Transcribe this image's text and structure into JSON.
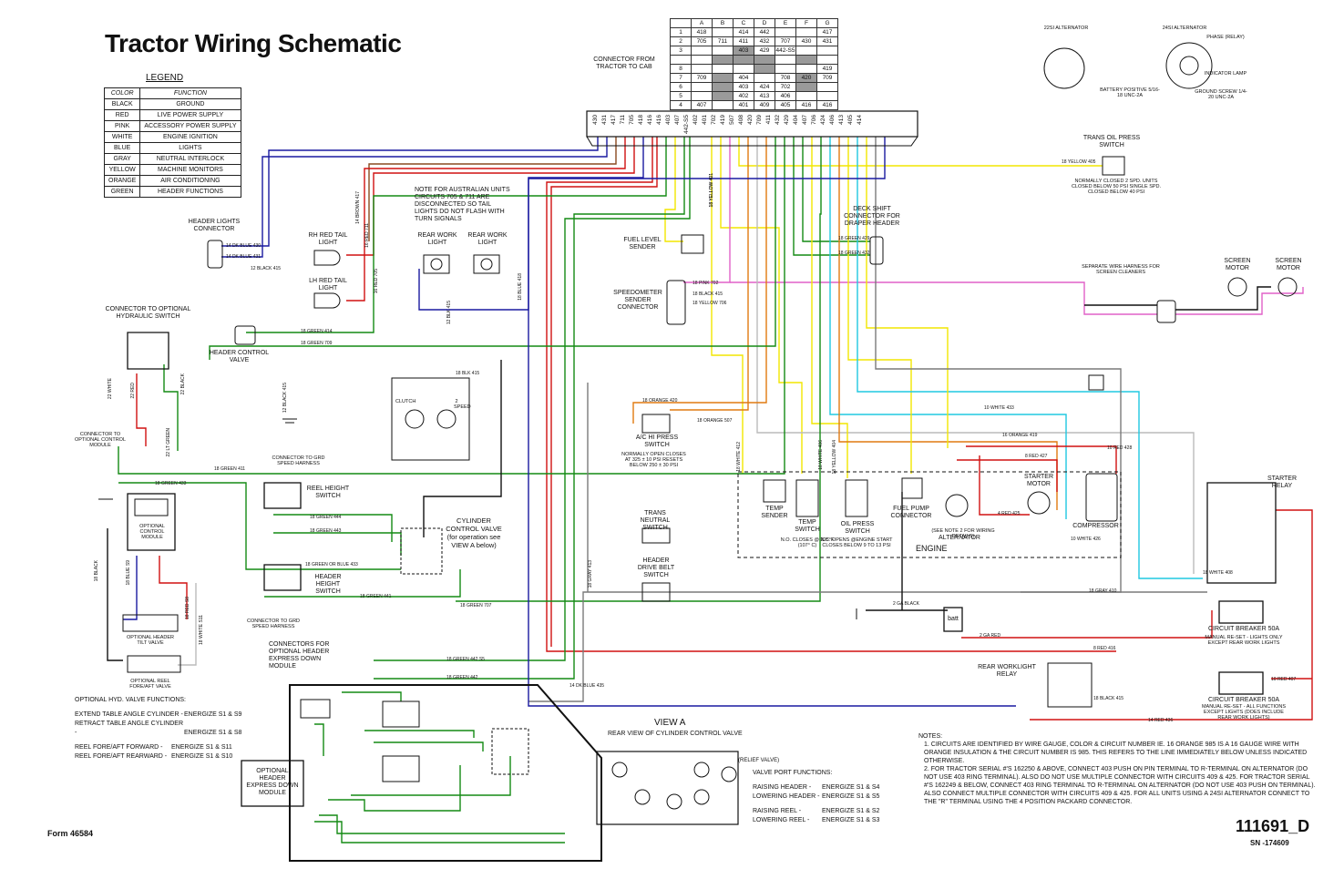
{
  "title": "Tractor Wiring Schematic",
  "legend": {
    "heading": "LEGEND",
    "columns": [
      "COLOR",
      "FUNCTION"
    ],
    "rows": [
      [
        "BLACK",
        "GROUND"
      ],
      [
        "RED",
        "LIVE POWER SUPPLY"
      ],
      [
        "PINK",
        "ACCESSORY POWER SUPPLY"
      ],
      [
        "WHITE",
        "ENGINE IGNITION"
      ],
      [
        "BLUE",
        "LIGHTS"
      ],
      [
        "GRAY",
        "NEUTRAL INTERLOCK"
      ],
      [
        "YELLOW",
        "MACHINE MONITORS"
      ],
      [
        "ORANGE",
        "AIR CONDITIONING"
      ],
      [
        "GREEN",
        "HEADER FUNCTIONS"
      ]
    ]
  },
  "connector_table": {
    "label": "CONNECTOR FROM TRACTOR TO CAB",
    "header": [
      "",
      "A",
      "B",
      "C",
      "D",
      "E",
      "F",
      "G"
    ],
    "rows": [
      [
        "1",
        "418",
        "",
        "414",
        "442",
        "",
        "",
        "417"
      ],
      [
        "2",
        "705",
        "711",
        "411",
        "432",
        "707",
        "430",
        "431"
      ],
      [
        "3",
        "",
        "",
        "403",
        "429",
        "442-S5",
        "",
        ""
      ],
      [
        "",
        "",
        "",
        "",
        "",
        "",
        "",
        ""
      ],
      [
        "8",
        "",
        "",
        "",
        "",
        "",
        "",
        "419"
      ],
      [
        "7",
        "709",
        "",
        "404",
        "",
        "708",
        "420",
        "709"
      ],
      [
        "6",
        "",
        "",
        "403",
        "424",
        "702",
        "",
        ""
      ],
      [
        "5",
        "",
        "",
        "402",
        "413",
        "406",
        "",
        ""
      ],
      [
        "4",
        "407",
        "",
        "401",
        "409",
        "405",
        "416",
        "416"
      ]
    ],
    "shaded": [
      [
        3,
        3
      ],
      [
        4,
        2
      ],
      [
        4,
        3
      ],
      [
        4,
        4
      ],
      [
        4,
        6
      ],
      [
        5,
        4
      ],
      [
        6,
        2
      ],
      [
        6,
        6
      ],
      [
        7,
        2
      ],
      [
        7,
        6
      ],
      [
        8,
        2
      ]
    ],
    "pins": [
      "430",
      "431",
      "417",
      "711",
      "705",
      "418",
      "416",
      "416",
      "403",
      "407",
      "442-S5",
      "402",
      "401",
      "702",
      "419",
      "507",
      "408",
      "420",
      "709",
      "411",
      "432",
      "429",
      "404",
      "407",
      "706",
      "424",
      "406",
      "413",
      "405",
      "414"
    ]
  },
  "alternators": {
    "a22si": "22SI ALTERNATOR",
    "a24si": "24SI ALTERNATOR",
    "phase": "PHASE (RELAY)",
    "indicator": "INDICATOR LAMP",
    "battery_pos": "BATTERY POSITIVE 5/16-18 UNC-2A",
    "ground_screw": "GROUND SCREW 1/4-20 UNC-2A"
  },
  "components": {
    "trans_oil": "TRANS OIL PRESS SWITCH",
    "trans_oil_note": "NORMALLY CLOSED 2 SPD. UNITS CLOSED BELOW 50 PSI SINGLE SPD. CLOSED BELOW 40 PSI",
    "header_lights": "HEADER LIGHTS CONNECTOR",
    "rh_tail": "RH RED TAIL LIGHT",
    "lh_tail": "LH RED TAIL LIGHT",
    "rear_work1": "REAR WORK LIGHT",
    "rear_work2": "REAR WORK LIGHT",
    "aus_note": "NOTE FOR AUSTRALIAN UNITS CIRCUITS 705 & 711 ARE DISCONNECTED SO TAIL LIGHTS DO NOT FLASH WITH TURN SIGNALS",
    "fuel_level": "FUEL LEVEL SENDER",
    "speedometer": "SPEEDOMETER SENDER CONNECTOR",
    "deck_shift": "DECK SHIFT CONNECTOR FOR DRAPER HEADER",
    "screen_motor1": "SCREEN MOTOR",
    "screen_motor2": "SCREEN MOTOR",
    "screen_harness": "SEPARATE WIRE HARNESS FOR SCREEN CLEANERS",
    "opt_hyd": "CONNECTOR TO OPTIONAL HYDRAULIC SWITCH",
    "header_control": "HEADER CONTROL VALVE",
    "clutch": "CLUTCH",
    "two_speed": "2 SPEED",
    "opt_control_conn": "CONNECTOR TO OPTIONAL CONTROL MODULE",
    "opt_control": "OPTIONAL CONTROL MODULE",
    "ac_switch": "A/C HI PRESS SWITCH",
    "ac_note": "NORMALLY OPEN CLOSES AT 325 ± 10 PSI RESETS BELOW 250 ± 30 PSI",
    "trans_neutral": "TRANS NEUTRAL SWITCH",
    "header_belt": "HEADER DRIVE BELT SWITCH",
    "reel_height": "REEL HEIGHT SWITCH",
    "header_height": "HEADER HEIGHT SWITCH",
    "cyl_valve": "CYLINDER CONTROL VALVE (for operation see VIEW A below)",
    "grd_conn": "CONNECTOR TO GRD SPEED HARNESS",
    "opt_tilt": "OPTIONAL HEADER TILT VALVE",
    "opt_reel": "OPTIONAL REEL FORE/AFT VALVE",
    "express_conn": "CONNECTORS FOR OPTIONAL HEADER EXPRESS DOWN MODULE",
    "temp_sender": "TEMP SENDER",
    "temp_switch": "TEMP SWITCH",
    "temp_note": "N.O. CLOSES @ 225°F (107° C)",
    "oil_switch": "OIL PRESS SWITCH",
    "oil_note": "N.C. OPENS @ENGINE START CLOSES BELOW 9 TO 13 PSI",
    "fuel_pump": "FUEL PUMP CONNECTOR",
    "alternator": "ALTERNATOR",
    "alt_note": "(SEE NOTE 2 FOR WIRING DETAILS)",
    "starter_motor": "STARTER MOTOR",
    "compressor": "COMPRESSOR",
    "engine": "ENGINE",
    "starter_relay": "STARTER RELAY",
    "cb1": "CIRCUIT BREAKER 50A",
    "cb1_note": "MANUAL RE-SET - LIGHTS ONLY EXCEPT REAR WORK LIGHTS",
    "cb2": "CIRCUIT BREAKER 50A",
    "cb2_note": "MANUAL RE-SET - ALL FUNCTIONS EXCEPT LIGHTS (DOES INCLUDE REAR WORK LIGHTS)",
    "rear_relay": "REAR WORKLIGHT RELAY",
    "batt": "batt",
    "express_module": "OPTIONAL HEADER EXPRESS DOWN MODULE"
  },
  "wire_labels": [
    "14 DK BLUE 430",
    "14 DK BLUE 431",
    "12 BLACK 415",
    "18 BLACK 415",
    "18 GREEN 414",
    "18 GREEN 709",
    "18 BLK 415",
    "18 GREEN 411",
    "18 GREEN 433",
    "18 GREEN 444",
    "18 GREEN 443",
    "18 GREEN OR BLUE 433",
    "18 GREEN 441",
    "18 GREEN 707",
    "18 GREEN 442 S5",
    "18 GREEN 442",
    "14 DK BLUE 435",
    "18 YELLOW 405",
    "18 GREEN 429",
    "18 GREEN 432",
    "18 PINK 702",
    "18 YELLOW 706",
    "18 ORANGE 420",
    "18 ORANGE 507",
    "10 WHITE 433",
    "16 ORANGE 419",
    "8 RED 427",
    "10 RED 428",
    "4 RED 425",
    "10 WHITE 426",
    "18 WHITE 408",
    "18 GRAY 410",
    "2 GA BLACK",
    "2 GA RED",
    "8 RED 416",
    "10 RED 407",
    "14 RED 436",
    "18 BLACK 415",
    "18 YELLOW 401",
    "18 WHITE 412",
    "18 WHITE 406",
    "18 YELLOW 404",
    "18 GRAY 413",
    "22 WHITE",
    "22 RED",
    "22 BLACK",
    "22 LT GREEN",
    "18 BLACK",
    "18 BLUE S9",
    "18 RED S8",
    "18 WHITE S11",
    "18 YELLOW 401",
    "14 BROWN 417",
    "16 RED 711",
    "16 RED 705",
    "12 BLACK 415",
    "18 BLUE 418",
    "12 BLK 415"
  ],
  "optional_functions": {
    "heading": "OPTIONAL HYD. VALVE FUNCTIONS:",
    "rows": [
      [
        "EXTEND TABLE ANGLE CYLINDER -",
        "ENERGIZE S1 & S9"
      ],
      [
        "RETRACT TABLE ANGLE CYLINDER -",
        "ENERGIZE S1 & S8"
      ],
      [
        "REEL FORE/AFT FORWARD -",
        "ENERGIZE S1 & S11"
      ],
      [
        "REEL FORE/AFT REARWARD -",
        "ENERGIZE S1 & S10"
      ]
    ]
  },
  "view_a": {
    "title": "VIEW A",
    "subtitle": "REAR VIEW OF CYLINDER CONTROL VALVE",
    "relief": "(RELIEF VALVE)",
    "heading": "VALVE PORT FUNCTIONS:",
    "rows": [
      [
        "RAISING HEADER -",
        "ENERGIZE S1 & S4"
      ],
      [
        "LOWERING HEADER -",
        "ENERGIZE S1 & S5"
      ],
      [
        "RAISING REEL -",
        "ENERGIZE S1 & S2"
      ],
      [
        "LOWERING REEL -",
        "ENERGIZE S1 & S3"
      ]
    ]
  },
  "notes": {
    "heading": "NOTES:",
    "items": [
      "1. CIRCUITS ARE IDENTIFIED BY WIRE GAUGE, COLOR & CIRCUIT NUMBER IE. 16 ORANGE 985 IS A 16 GAUGE WIRE WITH ORANGE INSULATION & THE CIRCUIT NUMBER IS 985. THIS REFERS TO THE LINE IMMEDIATELY BELOW UNLESS INDICATED OTHERWISE.",
      "2. FOR TRACTOR SERIAL #'S 162250 & ABOVE, CONNECT 403 PUSH ON PIN TERMINAL TO R-TERMINAL ON ALTERNATOR (DO NOT USE 403 RING TERMINAL). ALSO DO NOT USE MULTIPLE CONNECTOR WITH CIRCUITS 409 & 425. FOR TRACTOR SERIAL #'S 162249 & BELOW, CONNECT 403 RING TERMINAL TO R-TERMINAL ON ALTERNATOR (DO NOT USE 403 PUSH ON TERMINAL). ALSO CONNECT MULTIPLE CONNECTOR WITH CIRCUITS 409 & 425. FOR ALL UNITS USING A 24SI ALTERNATOR CONNECT TO THE \"R\" TERMINAL USING THE 4 POSITION PACKARD CONNECTOR."
    ]
  },
  "form": "Form 46584",
  "part_number": "111691_D",
  "serial": "SN -174609",
  "colors": {
    "blue": "#1a1aa0",
    "red": "#d01010",
    "green": "#148a14",
    "yellow": "#f2e600",
    "orange": "#e07a10",
    "pink": "#e060c8",
    "gray": "#7a7a7a",
    "black": "#111111",
    "cyan": "#20c8e0",
    "brown": "#8a4a20",
    "white_wire": "#bbbbbb"
  }
}
